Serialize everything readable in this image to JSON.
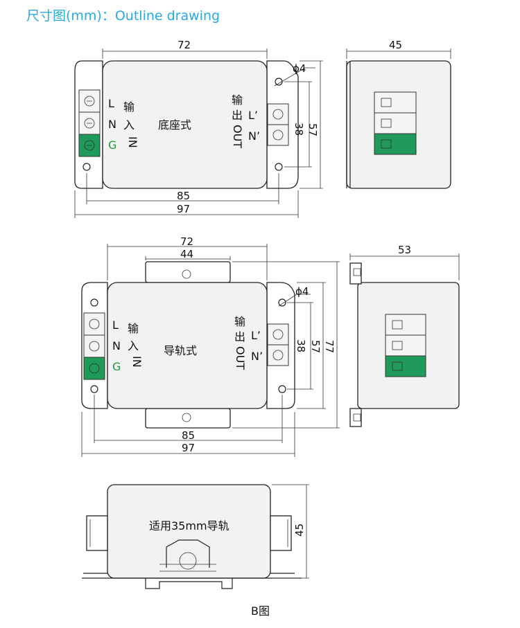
{
  "header": {
    "title": "尺寸图(mm)：Outline drawing"
  },
  "top_view_a": {
    "dim_top": "72",
    "dim_hole": "ϕ4",
    "dim_38": "38",
    "dim_57": "57",
    "dim_85": "85",
    "dim_97": "97",
    "in_l": "L",
    "in_n": "N",
    "in_g": "G",
    "in_label_1": "输",
    "in_label_2": "入",
    "in_label_3": "IN",
    "center_label": "底座式",
    "out_label_1": "输",
    "out_label_2": "出",
    "out_label_3": "OUT",
    "out_l": "L’",
    "out_n": "N’"
  },
  "side_view_a": {
    "dim_width": "45"
  },
  "top_view_b": {
    "dim_top": "72",
    "dim_rail": "44",
    "dim_hole": "ϕ4",
    "dim_38": "38",
    "dim_57": "57",
    "dim_77": "77",
    "dim_85": "85",
    "dim_97": "97",
    "in_l": "L",
    "in_n": "N",
    "in_g": "G",
    "in_label_1": "输",
    "in_label_2": "入",
    "in_label_3": "IN",
    "center_label": "导轨式",
    "out_label_1": "输",
    "out_label_2": "出",
    "out_label_3": "OUT",
    "out_l": "L’",
    "out_n": "N’"
  },
  "side_view_b": {
    "dim_width": "53"
  },
  "front_view": {
    "rail_label": "适用35mm导轨",
    "dim_height": "45"
  },
  "caption": "B图",
  "colors": {
    "title": "#29a9e0",
    "ground": "#1f9a5a",
    "ground_text": "#1f9a3c"
  }
}
